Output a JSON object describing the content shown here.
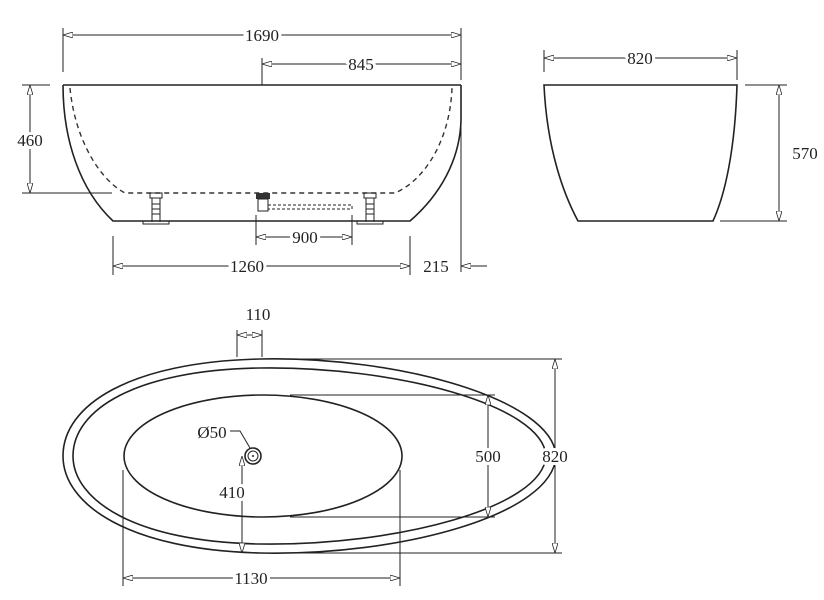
{
  "side_view": {
    "length": "1690",
    "half_length": "845",
    "depth": "460",
    "leg_span": "1260",
    "drain_pipe": "900",
    "overhang": "215"
  },
  "end_view": {
    "width": "820",
    "height": "570"
  },
  "plan_view": {
    "overflow_width": "110",
    "outer_width": "820",
    "basin_width": "500",
    "drain_offset": "410",
    "drain_diameter": "Ø50",
    "basin_length": "1130"
  }
}
